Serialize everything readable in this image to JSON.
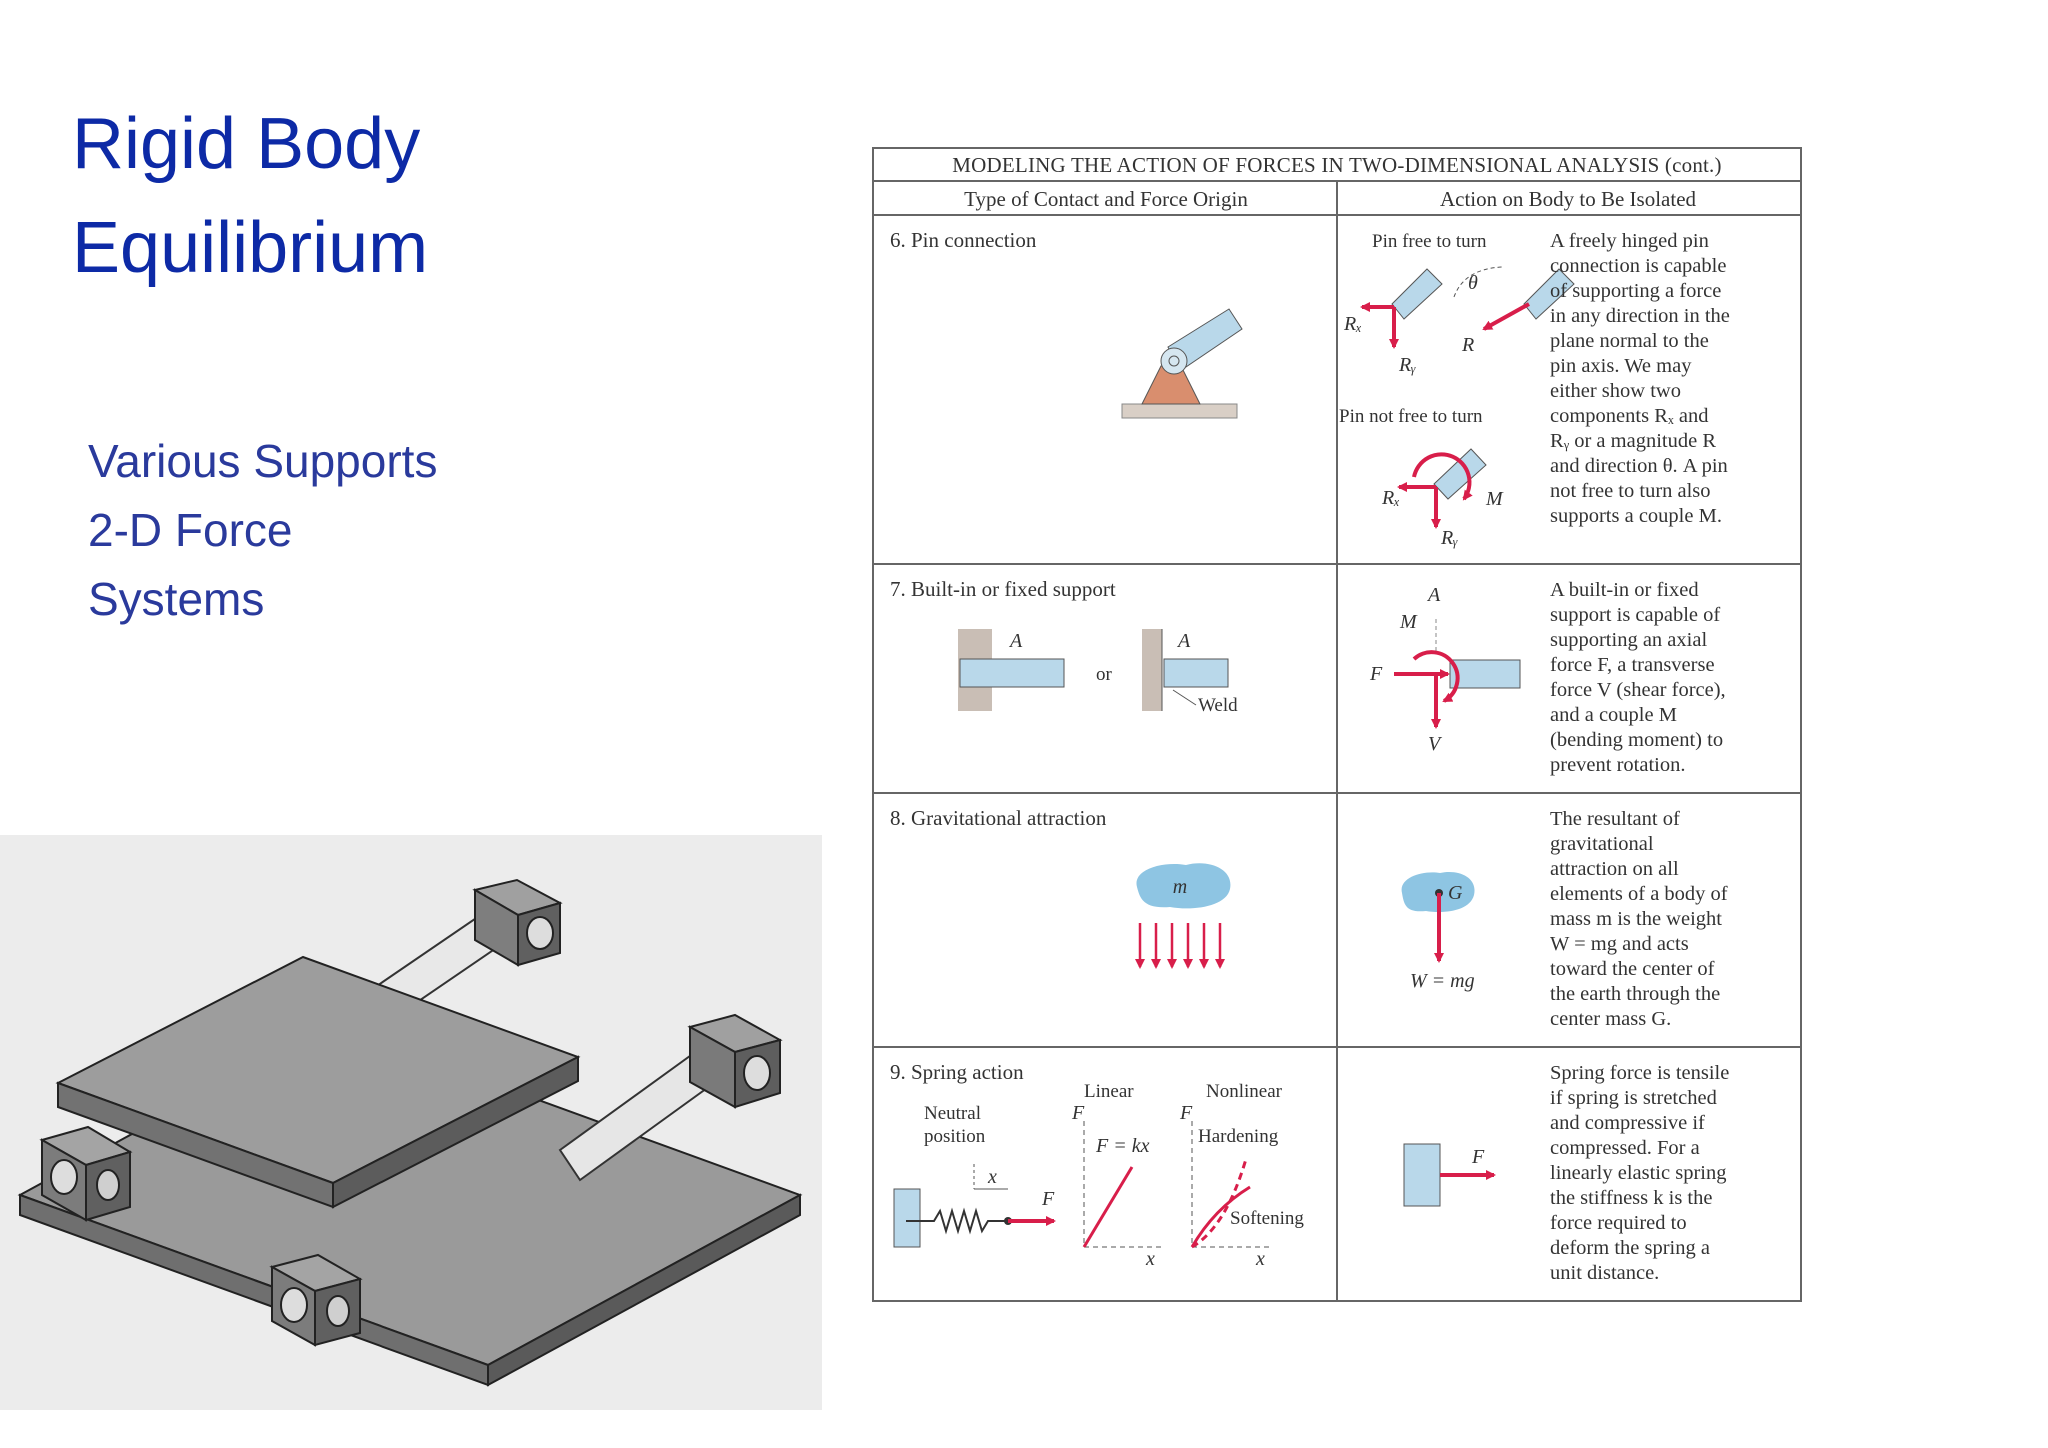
{
  "slide": {
    "title_lines": [
      "Rigid Body",
      "Equilibrium"
    ],
    "bullets": [
      "Various Supports",
      "2-D Force",
      "Systems"
    ]
  },
  "table": {
    "heading": "MODELING THE ACTION OF FORCES IN TWO-DIMENSIONAL ANALYSIS (cont.)",
    "col_left": "Type of Contact and Force Origin",
    "col_right": "Action on Body to Be Isolated",
    "rows": [
      {
        "name": "6. Pin connection",
        "labels": {
          "free": "Pin free to turn",
          "notfree": "Pin not free to turn",
          "rx": "Rₓ",
          "ry": "Rᵧ",
          "r": "R",
          "theta": "θ",
          "m": "M",
          "rx2": "Rₓ",
          "ry2": "Rᵧ"
        },
        "desc": [
          "A freely hinged pin",
          "connection is capable",
          "of supporting a force",
          "in any direction in the",
          "plane normal to the",
          "pin axis. We may",
          "either show two",
          "components Rₓ and",
          "Rᵧ or a magnitude R",
          "and direction θ. A pin",
          "not free to turn also",
          "supports a couple M."
        ]
      },
      {
        "name": "7. Built-in or fixed support",
        "labels": {
          "a1": "A",
          "or": "or",
          "a2": "A",
          "weld": "Weld",
          "a3": "A",
          "m": "M",
          "f": "F",
          "v": "V"
        },
        "desc": [
          "A built-in or fixed",
          "support is capable of",
          "supporting an axial",
          "force F, a transverse",
          "force V (shear force),",
          "and a couple M",
          "(bending moment) to",
          "prevent rotation."
        ]
      },
      {
        "name": "8. Gravitational attraction",
        "labels": {
          "m": "m",
          "g": "G",
          "w": "W = mg"
        },
        "desc": [
          "The resultant of",
          "gravitational",
          "attraction on all",
          "elements of a body of",
          "mass m is the weight",
          "W = mg and acts",
          "toward the center of",
          "the earth through the",
          "center mass G."
        ]
      },
      {
        "name": "9. Spring action",
        "labels": {
          "linear": "Linear",
          "nonlinear": "Nonlinear",
          "neutral1": "Neutral",
          "neutral2": "position",
          "x1": "x",
          "f1": "F",
          "f_lin": "F",
          "fkx": "F = kx",
          "x_lin": "x",
          "f_non": "F",
          "hardening": "Hardening",
          "softening": "Softening",
          "x_non": "x",
          "f_body": "F"
        },
        "desc": [
          "Spring force is tensile",
          "if spring is stretched",
          "and compressive if",
          "compressed. For a",
          "linearly elastic spring",
          "the stiffness k is the",
          "force required to",
          "deform the spring a",
          "unit distance."
        ]
      }
    ]
  },
  "colors": {
    "title": "#0d2aa6",
    "bullets": "#2a3a9c",
    "force_arrow": "#d81e4a",
    "part_blue": "#b9d8ea",
    "pin_base": "#d98e6e"
  }
}
